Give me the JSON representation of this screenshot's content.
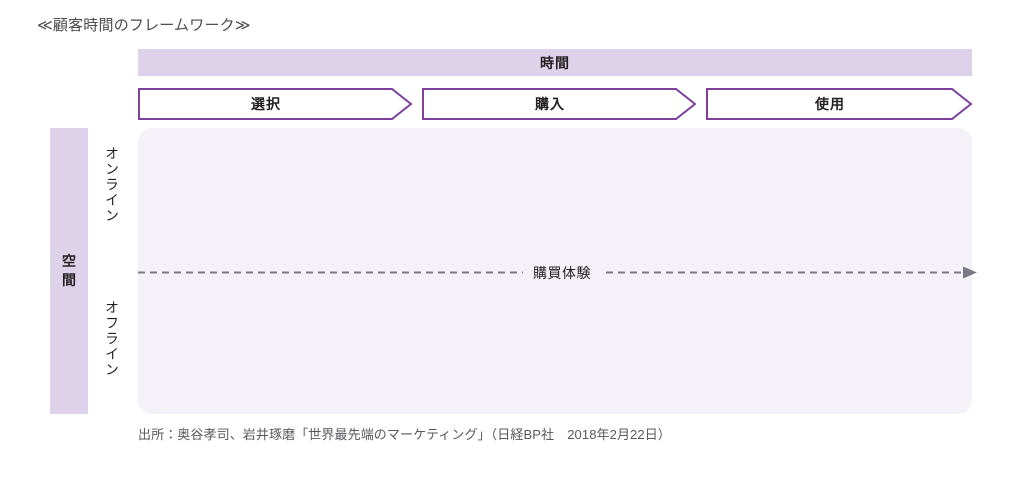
{
  "title": "≪顧客時間のフレームワーク≫",
  "time_axis": {
    "header_label": "時間",
    "stages": [
      {
        "label": "選択"
      },
      {
        "label": "購入"
      },
      {
        "label": "使用"
      }
    ]
  },
  "space_axis": {
    "header_label": "空間",
    "top_label": "オンライン",
    "bottom_label": "オフライン"
  },
  "experience_axis": {
    "label": "購買体験"
  },
  "source_note": "出所：奥谷孝司、岩井琢磨「世界最先端のマーケティング」（日経BP社　2018年2月22日）",
  "colors": {
    "accent_purple": "#7d4199",
    "band_lavender": "#ddd2e9",
    "panel_fill": "#f4f1f8",
    "axis_gray": "#7a7a85",
    "text_dark": "#231f20",
    "title_gray": "#4b4b50"
  }
}
